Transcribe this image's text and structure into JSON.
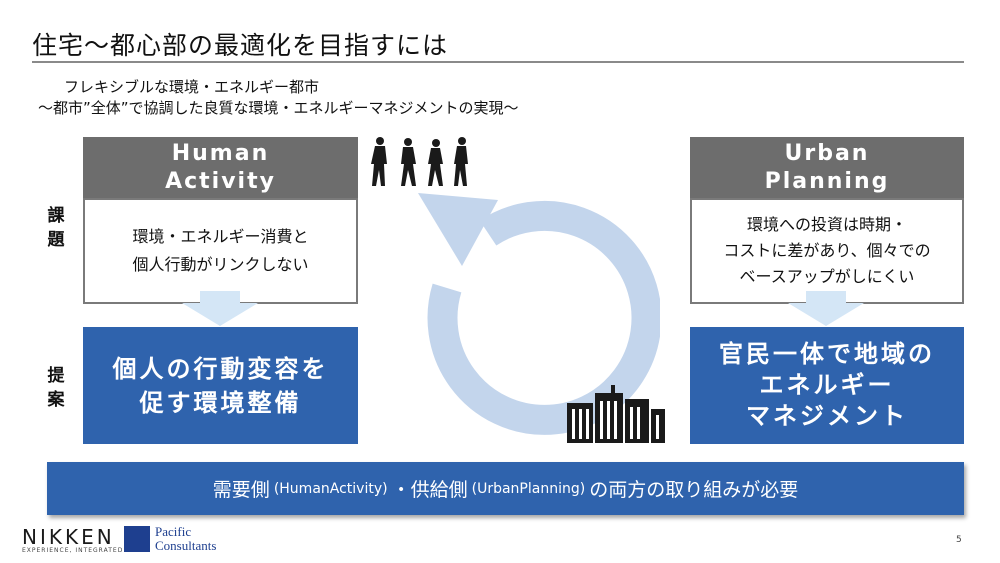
{
  "slide": {
    "title": "住宅～都心部の最適化を目指すには",
    "subtitle_line1": "フレキシブルな環境・エネルギー都市",
    "subtitle_line2": "～都市”全体”で協調した良質な環境・エネルギーマネジメントの実現～",
    "page_number": "5"
  },
  "side_labels": {
    "issue_1": "課",
    "issue_2": "題",
    "proposal_1": "提",
    "proposal_2": "案"
  },
  "left": {
    "header_line1": "Human",
    "header_line2": "Activity",
    "issue_line1": "環境・エネルギー消費と",
    "issue_line2": "個人行動がリンクしない",
    "proposal_line1": "個人の行動変容を",
    "proposal_line2": "促す環境整備"
  },
  "right": {
    "header_line1": "Urban",
    "header_line2": "Planning",
    "issue_line1": "環境への投資は時期・",
    "issue_line2": "コストに差があり、個々での",
    "issue_line3": "ベースアップがしにくい",
    "proposal_line1": "官民一体で地域の",
    "proposal_line2": "エネルギー",
    "proposal_line3": "マネジメント"
  },
  "banner": {
    "part1": "需要側",
    "part2": "(HumanActivity)",
    "part3": "・供給側",
    "part4": "(UrbanPlanning)",
    "part5": "の両方の取り組みが必要"
  },
  "logos": {
    "nikken": "NIKKEN",
    "nikken_tagline": "EXPERIENCE, INTEGRATED",
    "pacific_line1": "Pacific",
    "pacific_line2": "Consultants"
  },
  "colors": {
    "header_gray": "#6d6d6d",
    "proposal_blue": "#2f63ad",
    "cycle_light_blue": "#c3d5ec",
    "arrow_light_blue": "#d4e6f6"
  },
  "icons": [
    "walking-people-icon",
    "buildings-icon",
    "cycle-arrow-icon",
    "down-arrow-icon"
  ]
}
